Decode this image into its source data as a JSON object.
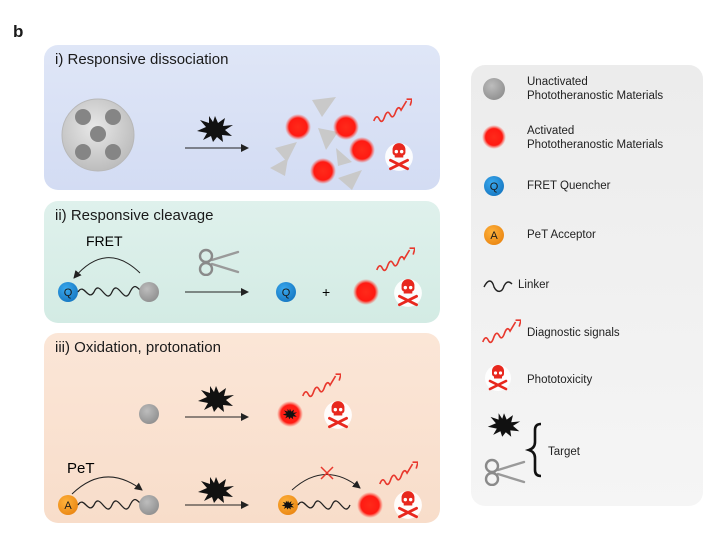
{
  "panel_letter": "b",
  "panels": {
    "dissociation": {
      "title": "i) Responsive dissociation"
    },
    "cleavage": {
      "title": "ii) Responsive cleavage",
      "fret_label": "FRET",
      "quencher_letter": "Q",
      "plus": "+"
    },
    "oxidation": {
      "title": "iii) Oxidation, protonation",
      "pet_label": "PeT",
      "acceptor_letter": "A"
    }
  },
  "legend": {
    "unactivated": "Unactivated\nPhototheranostic Materials",
    "activated": "Activated\nPhototheranostic Materials",
    "fret_quencher": "FRET Quencher",
    "fret_letter": "Q",
    "pet_acceptor": "PeT Acceptor",
    "pet_letter": "A",
    "linker": "Linker",
    "diagnostic": "Diagnostic signals",
    "phototoxicity": "Phototoxicity",
    "target": "Target"
  },
  "colors": {
    "gray": "#9b9b9b",
    "red": "#ff1a1a",
    "blue": "#1e8fd8",
    "orange": "#f39a22",
    "wave": "#e8382d"
  }
}
